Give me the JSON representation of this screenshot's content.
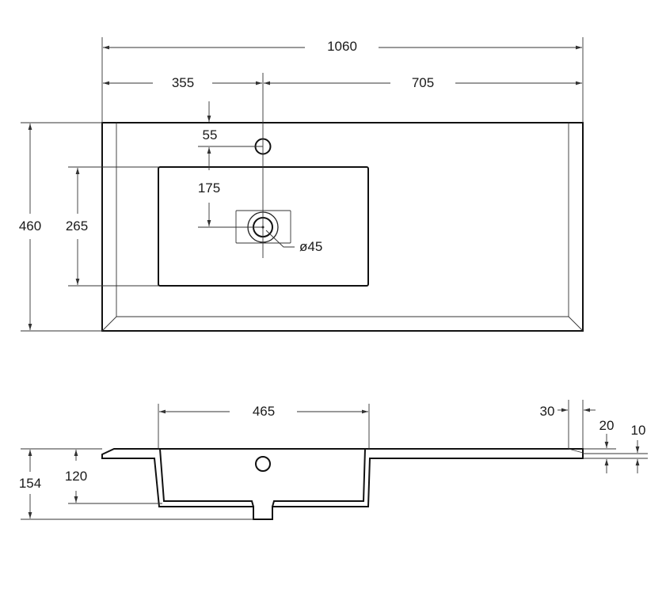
{
  "plan_view": {
    "overall_width": "1060",
    "left_offset": "355",
    "right_offset": "705",
    "depth": "460",
    "bowl_depth": "265",
    "tap_hole_offset": "55",
    "tap_to_drain": "175",
    "drain_diameter": "ø45"
  },
  "section_view": {
    "bowl_width": "465",
    "total_height": "154",
    "bowl_height": "120",
    "edge_return": "30",
    "edge_thickness": "20",
    "lip_thickness": "10"
  }
}
